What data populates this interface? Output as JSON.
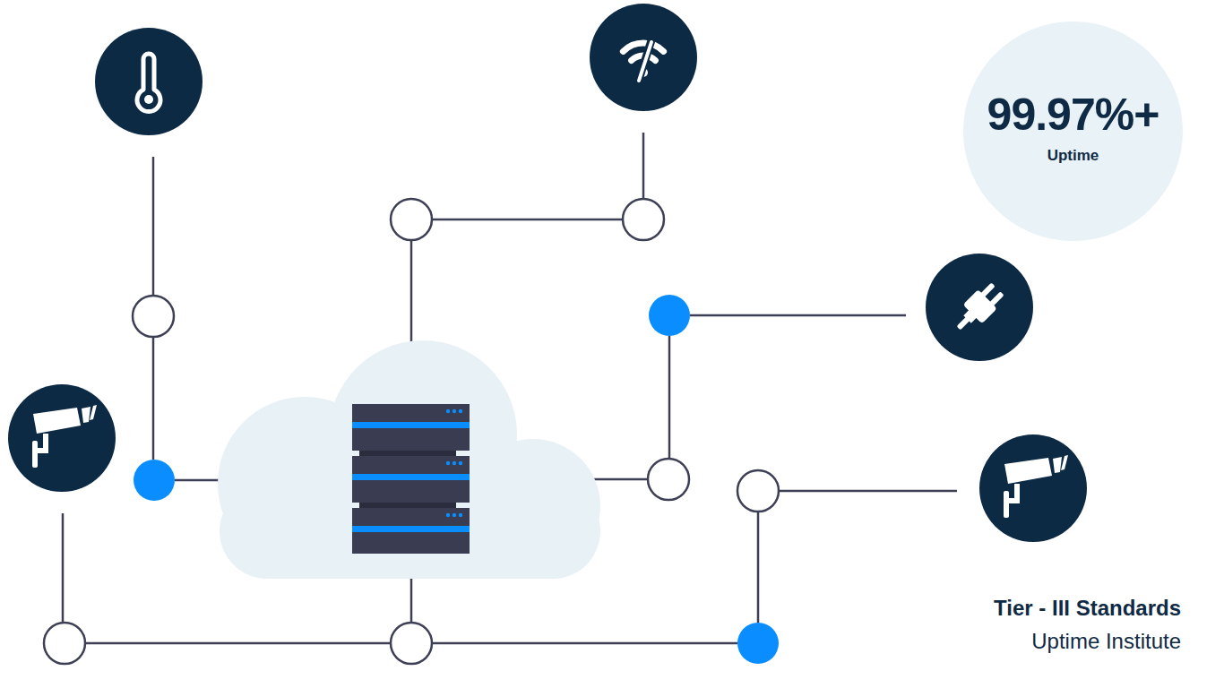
{
  "diagram": {
    "nodes": [
      {
        "text": [
          "99.97%+",
          "Uptime"
        ]
      }
    ],
    "labels": [
      "Tier - III Standards",
      "Uptime Institute"
    ]
  }
}
